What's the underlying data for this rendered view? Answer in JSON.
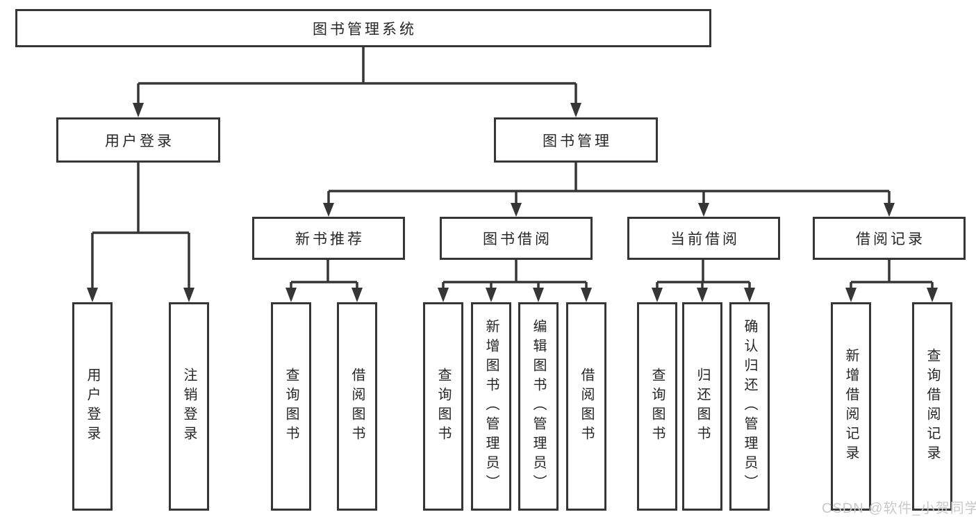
{
  "tree": {
    "root": {
      "label": "图书管理系统"
    },
    "branches": [
      {
        "label": "用户登录",
        "children": [
          {
            "label": "用户登录"
          },
          {
            "label": "注销登录"
          }
        ]
      },
      {
        "label": "图书管理",
        "children": [
          {
            "label": "新书推荐",
            "children": [
              {
                "label": "查询图书"
              },
              {
                "label": "借阅图书"
              }
            ]
          },
          {
            "label": "图书借阅",
            "children": [
              {
                "label": "查询图书"
              },
              {
                "label": "新增图书（管理员）"
              },
              {
                "label": "编辑图书（管理员）"
              },
              {
                "label": "借阅图书"
              }
            ]
          },
          {
            "label": "当前借阅",
            "children": [
              {
                "label": "查询图书"
              },
              {
                "label": "归还图书"
              },
              {
                "label": "确认归还（管理员）"
              }
            ]
          },
          {
            "label": "借阅记录",
            "children": [
              {
                "label": "新增借阅记录"
              },
              {
                "label": "查询借阅记录"
              }
            ]
          }
        ]
      }
    ]
  },
  "watermark": "CSDN @软件_小贺同学",
  "colors": {
    "line": "#363636",
    "text": "#262626",
    "watermark": "#c9c9c9",
    "background": "#ffffff"
  }
}
